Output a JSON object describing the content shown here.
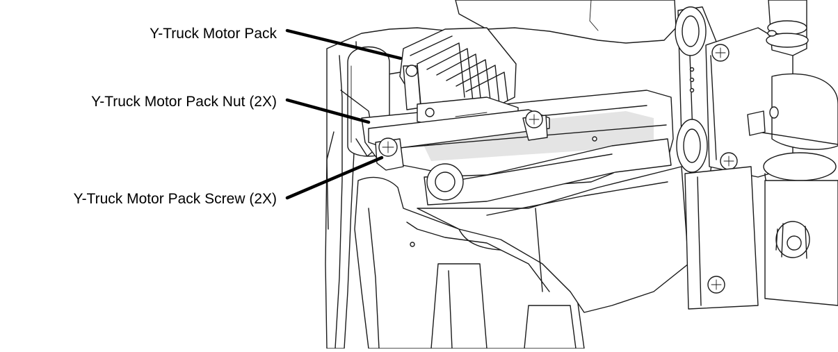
{
  "callouts": [
    {
      "id": "motor-pack",
      "label": "Y-Truck Motor Pack"
    },
    {
      "id": "motor-pack-nut",
      "label": "Y-Truck Motor Pack Nut (2X)"
    },
    {
      "id": "motor-pack-screw",
      "label": "Y-Truck Motor Pack Screw (2X)"
    }
  ]
}
